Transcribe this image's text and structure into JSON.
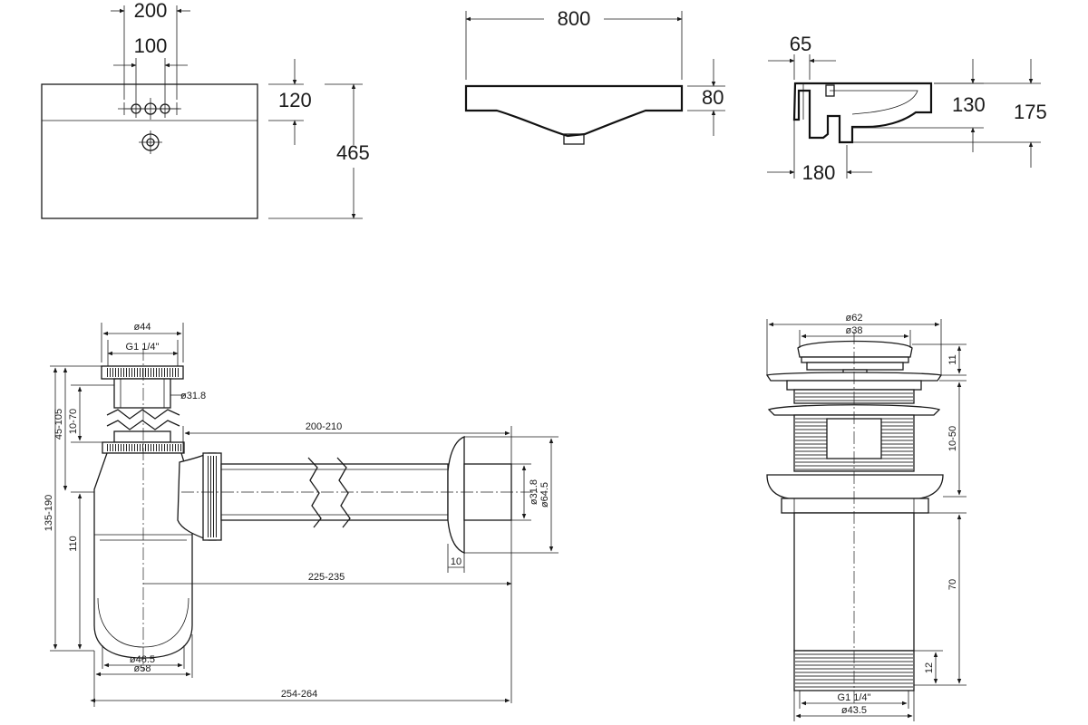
{
  "basin_top_view": {
    "dim_200": "200",
    "dim_100": "100",
    "dim_120": "120",
    "dim_465": "465"
  },
  "basin_front_view": {
    "dim_800": "800",
    "dim_80": "80"
  },
  "basin_side_view": {
    "dim_65": "65",
    "dim_130": "130",
    "dim_175": "175",
    "dim_180": "180"
  },
  "siphon": {
    "d44": "ø44",
    "thread_top": "G1 1/4\"",
    "d31_8_top": "ø31.8",
    "h45_105": "45-105",
    "h10_70": "10-70",
    "h135_190": "135-190",
    "h110": "110",
    "len200_210": "200-210",
    "len225_235": "225-235",
    "len254_264": "254-264",
    "d31_8_pipe": "ø31.8",
    "d64_5": "ø64.5",
    "flange10": "10",
    "d46_5": "ø46.5",
    "d58": "ø58"
  },
  "valve": {
    "d62": "ø62",
    "d38": "ø38",
    "h11": "11",
    "h10_50": "10-50",
    "h70": "70",
    "h12": "12",
    "thread": "G1 1/4\"",
    "d43_5": "ø43.5"
  }
}
